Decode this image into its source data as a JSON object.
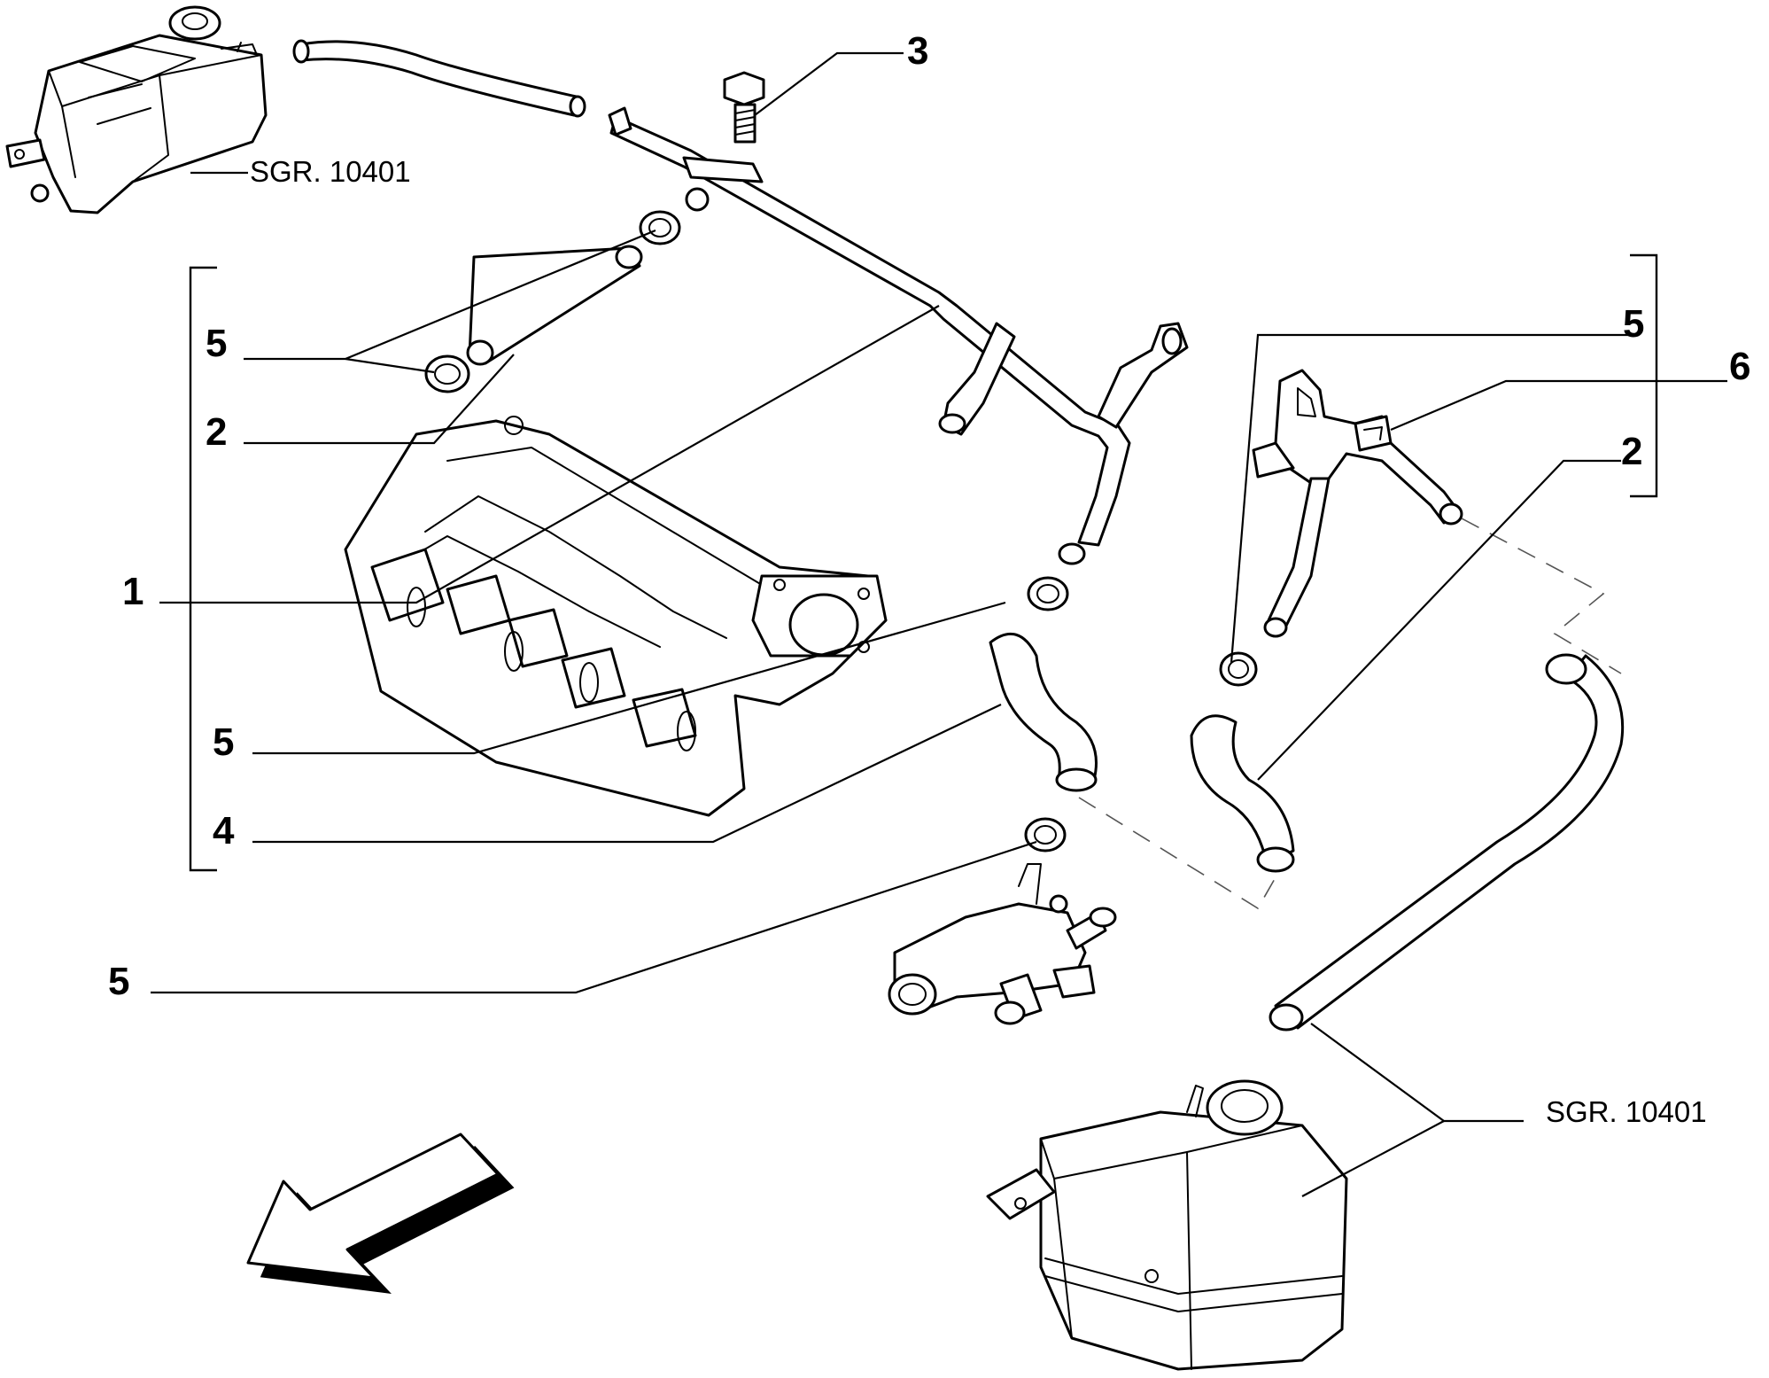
{
  "callouts": {
    "c1": "1",
    "c2_left": "2",
    "c2_right": "2",
    "c3": "3",
    "c4": "4",
    "c5_upper_left": "5",
    "c5_middle_left": "5",
    "c5_bottom_left": "5",
    "c5_right": "5",
    "c6": "6"
  },
  "references": {
    "top_tank": "SGR. 10401",
    "bottom_tank": "SGR. 10401"
  }
}
